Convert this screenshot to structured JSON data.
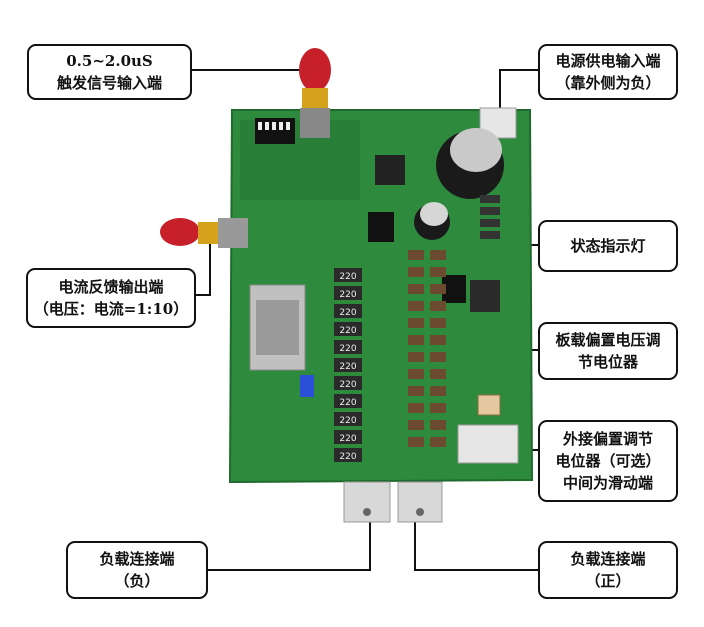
{
  "callouts": {
    "trigger": {
      "line1": "0.5~2.0uS",
      "line2": "触发信号输入端"
    },
    "power": {
      "line1": "电源供电输入端",
      "line2": "（靠外侧为负）"
    },
    "current": {
      "line1": "电流反馈输出端",
      "line2": "（电压：电流=1:10）"
    },
    "status": {
      "line1": "状态指示灯"
    },
    "onboard_bias": {
      "line1": "板载偏置电压调",
      "line2": "节电位器"
    },
    "external_bias": {
      "line1": "外接偏置调节",
      "line2": "电位器（可选）",
      "line3": "中间为滑动端"
    },
    "load_neg": {
      "line1": "负载连接端",
      "line2": "（负）"
    },
    "load_pos": {
      "line1": "负载连接端",
      "line2": "（正）"
    }
  },
  "resistor_label": "220",
  "colors": {
    "pcb": "#2e8b3e",
    "connector": "#c8202a",
    "border": "#111111"
  }
}
